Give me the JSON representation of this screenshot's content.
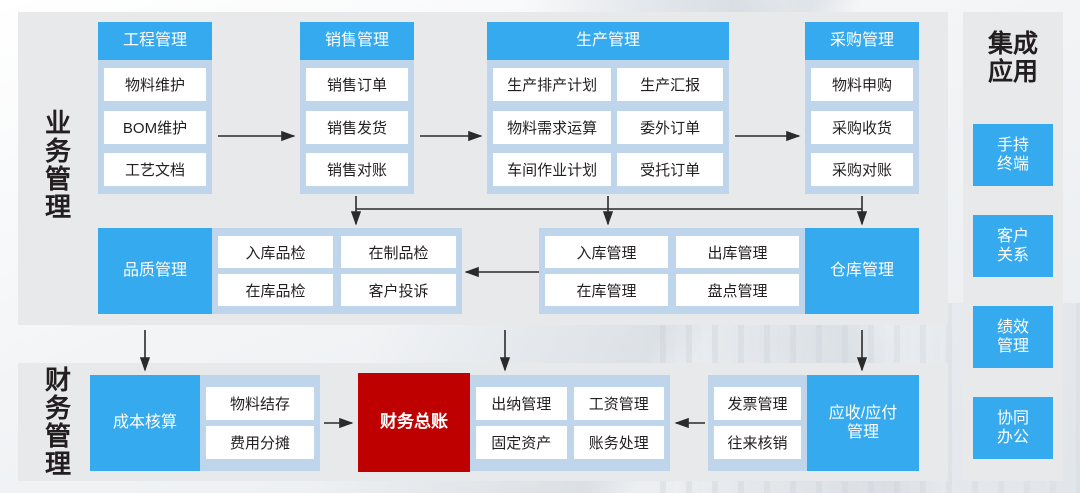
{
  "sections": {
    "business": {
      "caption": "业务管理"
    },
    "finance": {
      "caption": "财务管理"
    }
  },
  "business_row1": [
    {
      "title": "工程管理",
      "cells": [
        [
          "物料维护"
        ],
        [
          "BOM维护"
        ],
        [
          "工艺文档"
        ]
      ]
    },
    {
      "title": "销售管理",
      "cells": [
        [
          "销售订单"
        ],
        [
          "销售发货"
        ],
        [
          "销售对账"
        ]
      ]
    },
    {
      "title": "生产管理",
      "cells": [
        [
          "生产排产计划",
          "生产汇报"
        ],
        [
          "物料需求运算",
          "委外订单"
        ],
        [
          "车间作业计划",
          "受托订单"
        ]
      ]
    },
    {
      "title": "采购管理",
      "cells": [
        [
          "物料申购"
        ],
        [
          "采购收货"
        ],
        [
          "采购对账"
        ]
      ]
    }
  ],
  "business_row2": {
    "quality": {
      "label": "品质管理",
      "cells": [
        [
          "入库品检",
          "在制品检"
        ],
        [
          "在库品检",
          "客户投诉"
        ]
      ]
    },
    "warehouse": {
      "label": "仓库管理",
      "cells": [
        [
          "入库管理",
          "出库管理"
        ],
        [
          "在库管理",
          "盘点管理"
        ]
      ]
    }
  },
  "finance_row": {
    "cost": {
      "label": "成本核算",
      "cells": [
        [
          "物料结存"
        ],
        [
          "费用分摊"
        ]
      ]
    },
    "ledger": {
      "label": "财务总账"
    },
    "ledger_cells": [
      [
        "出纳管理",
        "工资管理"
      ],
      [
        "固定资产",
        "账务处理"
      ]
    ],
    "payable": {
      "label": "应收/应付管理",
      "cells": [
        [
          "发票管理"
        ],
        [
          "往来核销"
        ]
      ]
    }
  },
  "rail": {
    "title": "集成应用",
    "buttons": [
      "手持终端",
      "客户关系",
      "绩效管理",
      "协同办公"
    ]
  },
  "colors": {
    "blue": "#35aaee",
    "light_blue": "#bed5ec",
    "red": "#bf0000",
    "panel_gray": "#e8e9ea",
    "cell_white": "#ffffff",
    "text_dark": "#231f20"
  }
}
